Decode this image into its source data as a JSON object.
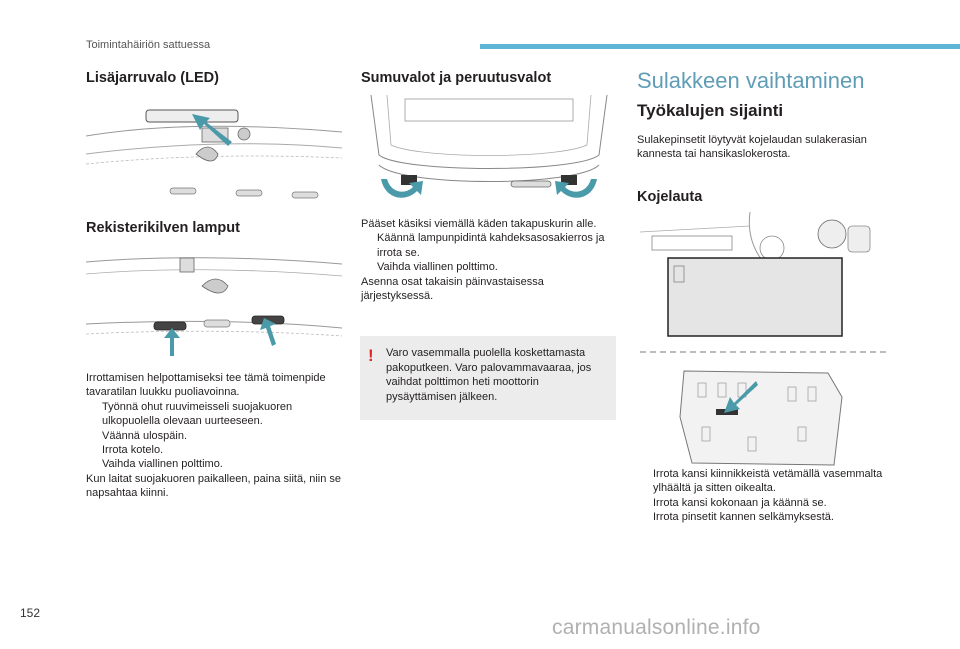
{
  "header": {
    "running_head": "Toimintahäiriön sattuessa"
  },
  "col1": {
    "section1_title": "Lisäjarruvalo (LED)",
    "section2_title": "Rekisterikilven lamput",
    "paragraphs": [
      "Irrottamisen helpottamiseksi tee tämä toimenpide tavaratilan luukku puoliavoinna.",
      "Työnnä ohut ruuvimeisseli suojakuoren ulkopuolella olevaan uurteeseen.",
      "Väännä ulospäin.",
      "Irrota kotelo.",
      "Vaihda viallinen polttimo.",
      "Kun laitat suojakuoren paikalleen, paina siitä, niin se napsahtaa kiinni."
    ]
  },
  "col2": {
    "section_title": "Sumuvalot ja peruutusvalot",
    "paragraphs": [
      "Pääset käsiksi viemällä käden takapuskurin alle.",
      "Käännä lampunpidintä kahdeksasosakierros ja irrota se.",
      "Vaihda viallinen polttimo.",
      "Asenna osat takaisin päinvastaisessa järjestyksessä."
    ],
    "warning_text": "Varo vasemmalla puolella koskettamasta pakoputkeen. Varo palovammavaaraa, jos vaihdat polttimon heti moottorin pysäyttämisen jälkeen.",
    "warning_mark": "!"
  },
  "col3": {
    "main_title": "Sulakkeen vaihtaminen",
    "sub_title": "Työkalujen sijainti",
    "intro": "Sulakepinsetit löytyvät kojelaudan sulakerasian kannesta tai hansikaslokerosta.",
    "section_title": "Kojelauta",
    "paragraphs": [
      "Irrota kansi kiinnikkeistä vetämällä vasemmalta ylhäältä ja sitten oikealta.",
      "Irrota kansi kokonaan ja käännä se.",
      "Irrota pinsetit kannen selkämyksestä."
    ]
  },
  "bullet_mark": "",
  "page_number": "152",
  "watermark": "carmanualsonline.info",
  "colors": {
    "accent": "#5eb6d6",
    "title_blue": "#5f9db7",
    "arrow": "#4a9aaa",
    "warning_red": "#e3262b",
    "box_gray": "#ececec"
  }
}
